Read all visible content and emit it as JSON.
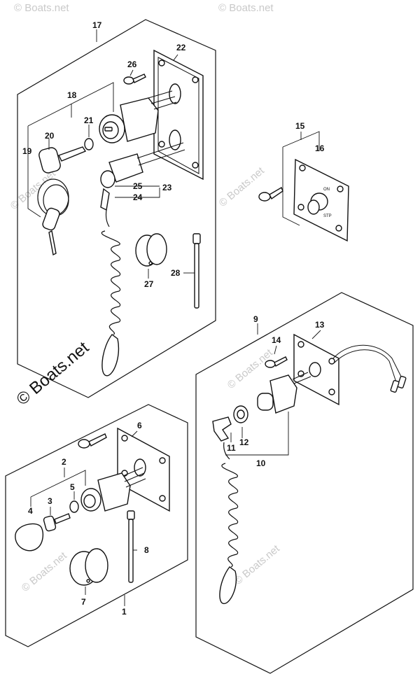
{
  "watermark": {
    "main": "© Boats.net",
    "faint": "© Boats.net"
  },
  "callouts": {
    "c1": "1",
    "c2": "2",
    "c3": "3",
    "c4": "4",
    "c5": "5",
    "c6": "6",
    "c7": "7",
    "c8": "8",
    "c9": "9",
    "c10": "10",
    "c11": "11",
    "c12": "12",
    "c13": "13",
    "c14": "14",
    "c15": "15",
    "c16": "16",
    "c17": "17",
    "c18": "18",
    "c19": "19",
    "c20": "20",
    "c21": "21",
    "c22": "22",
    "c23": "23",
    "c24": "24",
    "c25": "25",
    "c26": "26",
    "c27": "27",
    "c28": "28"
  },
  "switch_markings": {
    "on": "ON",
    "stop": "STP"
  }
}
